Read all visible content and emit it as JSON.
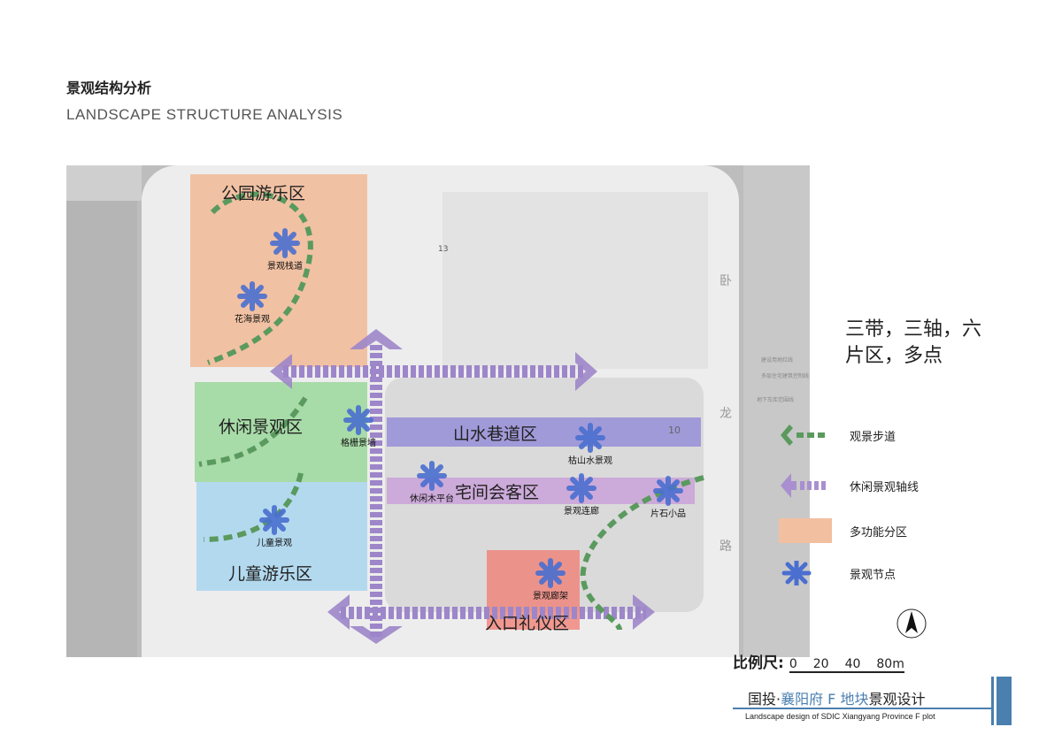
{
  "header": {
    "title_cn": "景观结构分析",
    "title_en": "LANDSCAPE STRUCTURE ANALYSIS"
  },
  "zones": [
    {
      "name": "公园游乐区",
      "color": "#f2b28a"
    },
    {
      "name": "休闲景观区",
      "color": "#8fd48f"
    },
    {
      "name": "儿童游乐区",
      "color": "#9fd2ef"
    },
    {
      "name": "山水巷道区",
      "color": "#8c84d8"
    },
    {
      "name": "宅间会客区",
      "color": "#c79ad8"
    },
    {
      "name": "入口礼仪区",
      "color": "#f07b70"
    }
  ],
  "nodes": [
    "景观栈道",
    "花海景观",
    "格栅景墙",
    "休闲木平台",
    "枯山水景观",
    "景观连廊",
    "片石小品",
    "景观廊架",
    "儿童景观"
  ],
  "road_labels": [
    "卧",
    "龙",
    "路"
  ],
  "line_labels": [
    "建设用地红线",
    "多层住宅建筑控制线",
    "地下车库范围线"
  ],
  "building_numbers": [
    "13",
    "10"
  ],
  "summary": "三带，三轴，六片区，多点",
  "legend": [
    {
      "label": "观景步道",
      "icon": "green-dashed-arrow-icon"
    },
    {
      "label": "休闲景观轴线",
      "icon": "purple-dashed-arrow-icon"
    },
    {
      "label": "多功能分区",
      "icon": "orange-swatch"
    },
    {
      "label": "景观节点",
      "icon": "blue-asterisk-icon"
    }
  ],
  "scale": {
    "label": "比例尺:",
    "ticks": [
      "0",
      "20",
      "40",
      "80m"
    ]
  },
  "footer": {
    "title_cn_a": "国投·",
    "title_cn_b": "襄阳府 F 地块",
    "title_cn_c": "景观设计",
    "title_en": "Landscape design of SDIC Xiangyang Province F plot",
    "accent": "#4a7fb0"
  }
}
